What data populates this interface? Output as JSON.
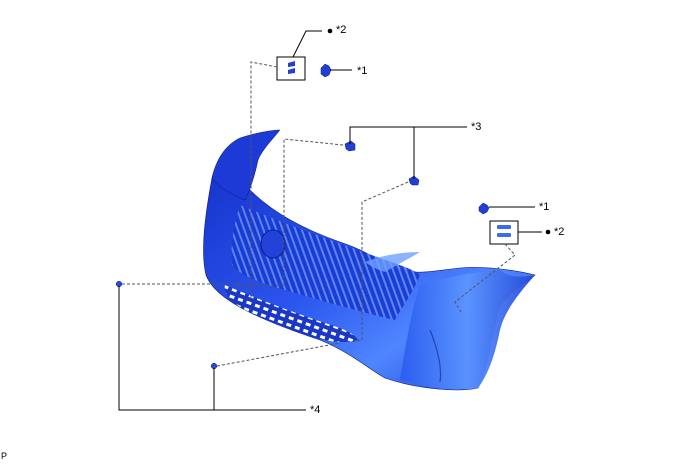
{
  "diagram": {
    "subject": "front-bumper-assembly",
    "callouts": [
      {
        "id": "c1a",
        "text": "*1",
        "bullet": false
      },
      {
        "id": "c1b",
        "text": "*1",
        "bullet": false
      },
      {
        "id": "c2a",
        "text": "*2",
        "bullet": true
      },
      {
        "id": "c2b",
        "text": "*2",
        "bullet": true
      },
      {
        "id": "c3",
        "text": "*3",
        "bullet": false
      },
      {
        "id": "c4",
        "text": "*4",
        "bullet": false
      }
    ],
    "footer_code": "P",
    "colors": {
      "part_blue": "#1f3fd6",
      "part_dark": "#0d1f8a",
      "part_light": "#5c8cff",
      "line": "#000000",
      "dashed": "#555555"
    }
  }
}
